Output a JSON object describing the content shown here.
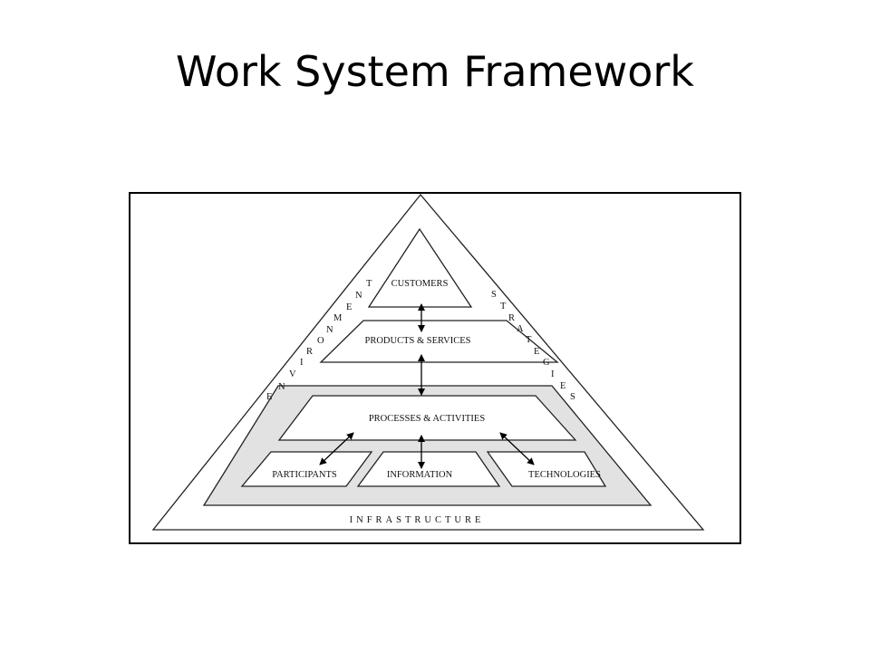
{
  "slide": {
    "title": "Work System Framework"
  },
  "diagram": {
    "nodes": {
      "customers": "CUSTOMERS",
      "products_services": "PRODUCTS & SERVICES",
      "processes_activities": "PROCESSES & ACTIVITIES",
      "participants": "PARTICIPANTS",
      "information": "INFORMATION",
      "technologies": "TECHNOLOGIES"
    },
    "environment_letters": [
      "E",
      "N",
      "V",
      "I",
      "R",
      "O",
      "N",
      "M",
      "E",
      "N",
      "T"
    ],
    "strategies_letters": [
      "S",
      "T",
      "R",
      "A",
      "T",
      "E",
      "G",
      "I",
      "E",
      "S"
    ],
    "infrastructure": "INFRASTRUCTURE"
  }
}
